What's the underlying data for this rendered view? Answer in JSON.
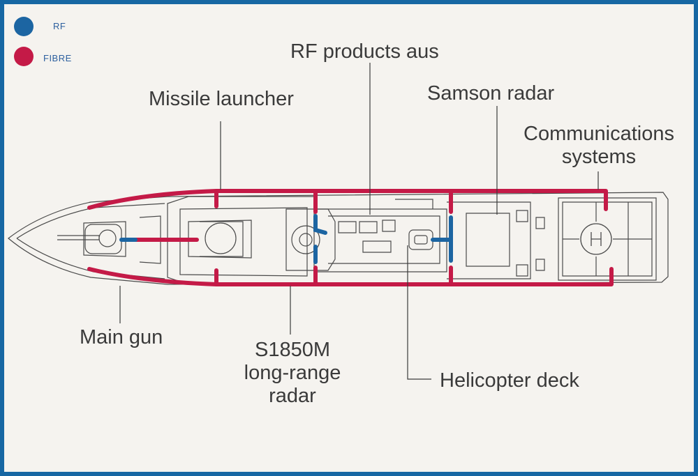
{
  "legend": {
    "items": [
      {
        "label": "RF",
        "color": "#1c65a2"
      },
      {
        "label": "FIBRE",
        "color": "#c41a47"
      }
    ]
  },
  "labels": {
    "rf_products": "RF products aus",
    "missile_launcher": "Missile launcher",
    "samson_radar": "Samson radar",
    "communications_line1": "Communications",
    "communications_line2": "systems",
    "main_gun": "Main gun",
    "s1850m_line1": "S1850M",
    "s1850m_line2": "long-range",
    "s1850m_line3": "radar",
    "helicopter_deck": "Helicopter deck"
  },
  "colors": {
    "rf": "#1c65a2",
    "fibre": "#c41a47",
    "border": "#1767a3"
  }
}
